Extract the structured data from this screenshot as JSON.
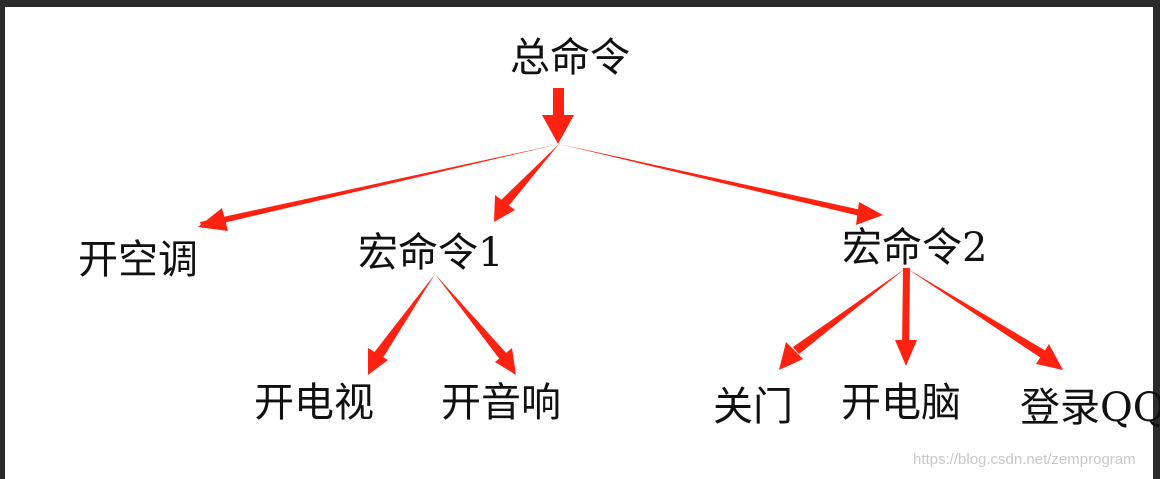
{
  "diagram": {
    "root": "总命令",
    "level1": {
      "ac": "开空调",
      "macro1": "宏命令1",
      "macro2": "宏命令2"
    },
    "macro1_children": {
      "tv": "开电视",
      "audio": "开音响"
    },
    "macro2_children": {
      "door": "关门",
      "pc": "开电脑",
      "qq": "登录QQ"
    }
  },
  "watermark": "https://blog.csdn.net/zemprogram",
  "colors": {
    "arrow": "#ff2211",
    "text": "#111111",
    "background": "#ffffff",
    "frame": "#2b2b2b"
  }
}
